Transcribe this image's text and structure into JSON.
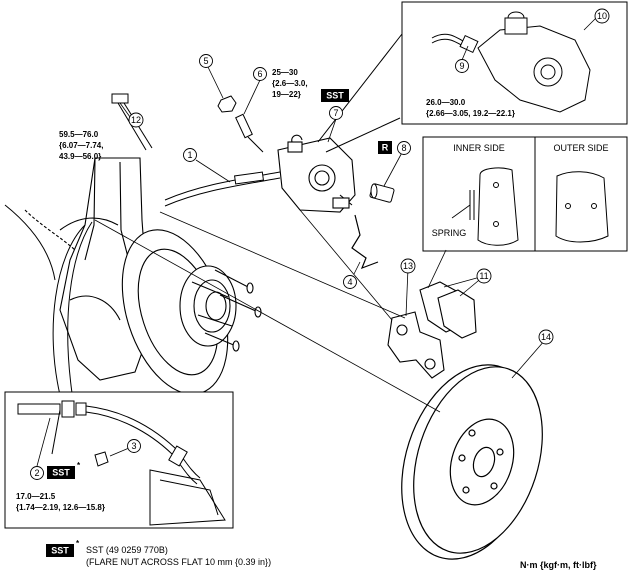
{
  "callouts": [
    "1",
    "2",
    "3",
    "4",
    "5",
    "6",
    "7",
    "8",
    "9",
    "10",
    "11",
    "12",
    "13",
    "14"
  ],
  "badges": {
    "sst": "SST",
    "r": "R",
    "sst_star": "SST*"
  },
  "torques": {
    "t6": [
      "25—30",
      "{2.6—3.0,",
      "19—22}"
    ],
    "t12": [
      "59.5—76.0",
      "{6.07—7.74,",
      "43.9—56.0}"
    ],
    "t9": [
      "26.0—30.0",
      "{2.66—3.05, 19.2—22.1}"
    ],
    "t2": [
      "17.0—21.5",
      "{1.74—2.19, 12.6—15.8}"
    ]
  },
  "pad_view": {
    "inner_side": "INNER SIDE",
    "outer_side": "OUTER SIDE",
    "spring": "SPRING"
  },
  "footnote": {
    "line1": "SST (49 0259 770B)",
    "line2": "(FLARE NUT ACROSS FLAT 10 mm {0.39 in})"
  },
  "units": "N·m {kgf·m, ft·lbf}"
}
